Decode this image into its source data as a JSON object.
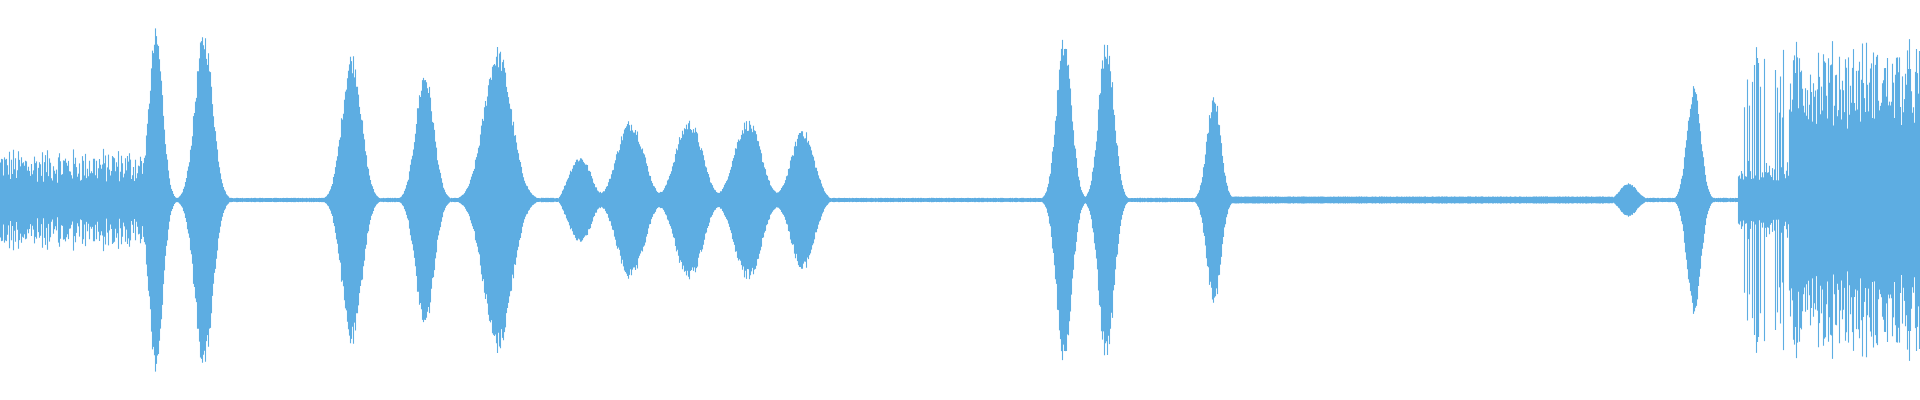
{
  "waveform": {
    "color": "#5dade2",
    "segments": [
      {
        "kind": "noise",
        "start": 0.0,
        "end": 0.075,
        "amp": 0.3
      },
      {
        "kind": "burst",
        "center": 0.081,
        "width": 0.01,
        "amp": 0.96
      },
      {
        "kind": "burst",
        "center": 0.106,
        "width": 0.013,
        "amp": 0.95
      },
      {
        "kind": "burst",
        "center": 0.183,
        "width": 0.014,
        "amp": 0.83
      },
      {
        "kind": "burst",
        "center": 0.221,
        "width": 0.013,
        "amp": 0.73
      },
      {
        "kind": "burst",
        "center": 0.259,
        "width": 0.02,
        "amp": 0.86
      },
      {
        "kind": "wobble",
        "start": 0.29,
        "end": 0.435,
        "amp": 0.45
      },
      {
        "kind": "burst",
        "center": 0.554,
        "width": 0.011,
        "amp": 0.92
      },
      {
        "kind": "burst",
        "center": 0.576,
        "width": 0.011,
        "amp": 0.92
      },
      {
        "kind": "burst",
        "center": 0.632,
        "width": 0.01,
        "amp": 0.6
      },
      {
        "kind": "hiss",
        "start": 0.64,
        "end": 0.84,
        "amp": 0.02
      },
      {
        "kind": "burst",
        "center": 0.848,
        "width": 0.012,
        "amp": 0.1
      },
      {
        "kind": "burst",
        "center": 0.882,
        "width": 0.01,
        "amp": 0.65
      },
      {
        "kind": "dense",
        "start": 0.905,
        "end": 1.0,
        "amp": 0.92
      }
    ]
  }
}
